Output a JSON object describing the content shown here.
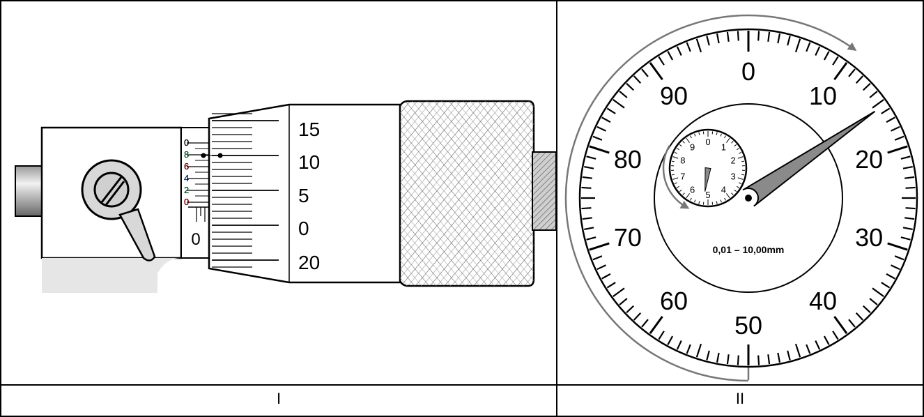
{
  "panels": {
    "left_caption": "I",
    "right_caption": "II"
  },
  "micrometer": {
    "thimble_labels": [
      "15",
      "10",
      "5",
      "0",
      "20"
    ],
    "sleeve_digits": [
      "0",
      "8",
      "6",
      "4",
      "2",
      "0"
    ],
    "sleeve_zero": "0"
  },
  "dial": {
    "outer_labels": [
      "0",
      "10",
      "20",
      "30",
      "40",
      "50",
      "60",
      "70",
      "80",
      "90"
    ],
    "inner_labels": [
      "0",
      "1",
      "2",
      "3",
      "4",
      "5",
      "6",
      "7",
      "8",
      "9"
    ],
    "range_text": "0,01 – 10,00mm",
    "main_pointer_value": 11,
    "small_pointer_value": 5.2
  },
  "colors": {
    "line": "#000000",
    "body_gray": "#e6e6e6",
    "pointer_gray": "#8a8a8a",
    "arrow_gray": "#777777"
  }
}
